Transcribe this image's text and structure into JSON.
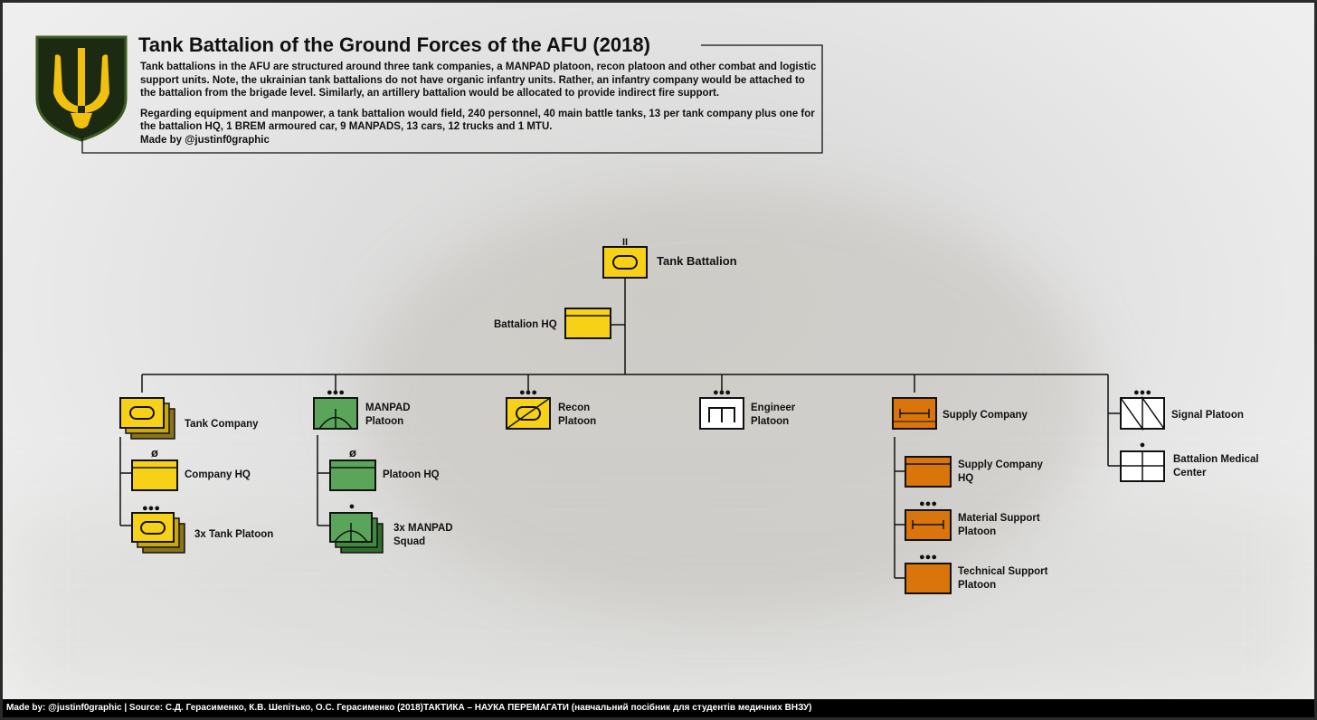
{
  "header": {
    "title": "Tank Battalion of the Ground Forces of the AFU (2018)",
    "paragraph1": "Tank battalions in the AFU are structured around three tank companies, a MANPAD platoon, recon platoon and other combat and logistic support units. Note, the ukrainian tank battalions do not have organic infantry units. Rather, an infantry company would be attached to the battalion from the brigade level. Similarly, an artillery battalion would be allocated to provide indirect fire support.",
    "paragraph2": "Regarding equipment and manpower, a tank battalion would field, 240 personnel, 40 main battle tanks, 13 per tank company plus one for the battalion HQ, 1 BREM armoured car, 9 MANPADS, 13 cars, 12 trucks and 1 MTU.",
    "credit": "Made by @justinf0graphic"
  },
  "footer": {
    "text": "Made by: @justinf0graphic | Source: С.Д. Герасименко, К.В. Шепітько, О.С. Герасименко (2018)ТАКТИКА – НАУКА ПЕРЕМАГАТИ (навчальний посібник для студентів медичних ВНЗУ)"
  },
  "colors": {
    "armor": "#f7d117",
    "air_defense": "#5aa55a",
    "logistics": "#d9750b",
    "support": "#ffffff",
    "outline": "#111111"
  },
  "units": {
    "battalion": {
      "label": "Tank Battalion",
      "echelon": "II",
      "icon": "armor-icon"
    },
    "battalion_hq": {
      "label": "Battalion HQ",
      "icon": "hq-icon"
    },
    "tank_company": {
      "label": "Tank Company",
      "icon": "armor-icon"
    },
    "company_hq": {
      "label": "Company HQ",
      "echelon": "ø",
      "icon": "hq-icon"
    },
    "tank_platoon": {
      "label": "3x Tank Platoon",
      "echelon": "●●●",
      "icon": "armor-icon"
    },
    "manpad_platoon": {
      "label_line1": "MANPAD",
      "label_line2": "Platoon",
      "echelon": "●●●",
      "icon": "air-defense-icon"
    },
    "manpad_hq": {
      "label": "Platoon HQ",
      "echelon": "ø",
      "icon": "hq-icon"
    },
    "manpad_squad": {
      "label_line1": "3x MANPAD",
      "label_line2": "Squad",
      "echelon": "●",
      "icon": "air-defense-icon"
    },
    "recon_platoon": {
      "label_line1": "Recon",
      "label_line2": "Platoon",
      "echelon": "●●●",
      "icon": "armored-recon-icon"
    },
    "engineer_platoon": {
      "label_line1": "Engineer",
      "label_line2": "Platoon",
      "echelon": "●●●",
      "icon": "engineer-icon"
    },
    "supply_company": {
      "label": "Supply Company",
      "icon": "supply-icon"
    },
    "supply_hq": {
      "label_line1": "Supply Company",
      "label_line2": "HQ",
      "icon": "hq-icon"
    },
    "material_support": {
      "label_line1": "Material Support",
      "label_line2": "Platoon",
      "echelon": "●●●",
      "icon": "supply-icon"
    },
    "technical_support": {
      "label_line1": "Technical Support",
      "label_line2": "Platoon",
      "echelon": "●●●",
      "icon": "maintenance-icon"
    },
    "signal_platoon": {
      "label": "Signal Platoon",
      "echelon": "●●●",
      "icon": "signal-icon"
    },
    "medical_center": {
      "label_line1": "Battalion Medical",
      "label_line2": "Center",
      "echelon": "●",
      "icon": "medical-icon"
    }
  }
}
